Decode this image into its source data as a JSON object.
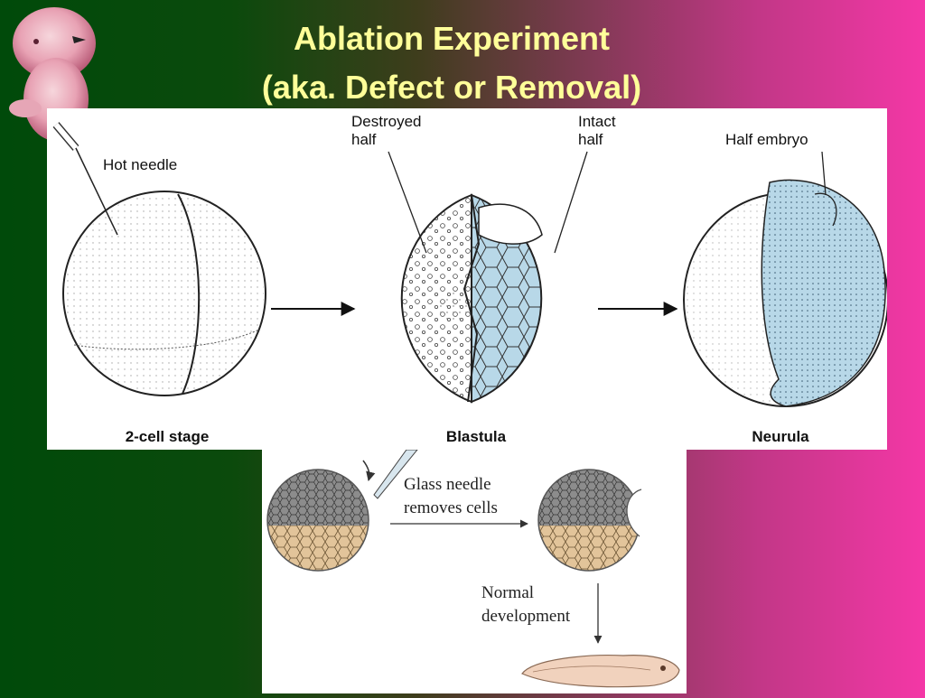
{
  "slide": {
    "title_line1": "Ablation Experiment",
    "title_line2": "(aka. Defect or Removal)",
    "colors": {
      "title": "#ffff99",
      "bg_left": "#004a0a",
      "bg_right": "#f437a6",
      "intact_cells": "#b8d8e8",
      "animal_cap": "#8c8c8c",
      "vegetal": "#e2c49a"
    }
  },
  "top_diagram": {
    "labels": {
      "hot_needle": "Hot needle",
      "destroyed_half_1": "Destroyed",
      "destroyed_half_2": "half",
      "intact_half_1": "Intact",
      "intact_half_2": "half",
      "half_embryo": "Half embryo"
    },
    "stages": [
      "2-cell stage",
      "Blastula",
      "Neurula"
    ]
  },
  "bottom_diagram": {
    "glass_needle_1": "Glass needle",
    "glass_needle_2": "removes cells",
    "normal_dev_1": "Normal",
    "normal_dev_2": "development"
  }
}
